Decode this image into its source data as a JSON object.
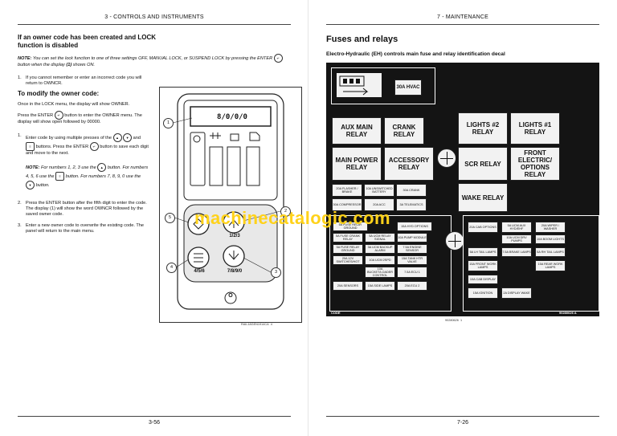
{
  "left_page": {
    "header": "3 - CONTROLS AND INSTRUMENTS",
    "heading1": "If an owner code has been created and LOCK function is disabled",
    "note1_label": "NOTE:",
    "note1_a": "You can set the lock function to one of three settings OFF, MANUAL LOCK, or SUSPEND LOCK by pressing the ENTER",
    "note1_b": "button when the display",
    "note1_c": "(1)",
    "note1_d": "shows ON.",
    "step1_num": "1.",
    "step1": "If you cannot remember or enter an incorrect code you will return to OWNCR.",
    "heading2": "To modify the owner code:",
    "para1": "Once in the LOCK menu, the display will show OWNER.",
    "para2_a": "Press the ENTER",
    "para2_b": "button to enter the OWNER menu. The display will show open followed by 00000.",
    "s1_num": "1.",
    "s1_a": "Enter code by using multiple presses of the",
    "s1_b": "and",
    "s1_c": "buttons. Press the ENTER",
    "s1_d": "button to save each digit and move to the next.",
    "note2_label": "NOTE:",
    "note2_a": "For numbers 1, 2, 3 use the",
    "note2_b": "button. For numbers 4, 5, 6 use the",
    "note2_c": "button. For numbers 7, 8, 9, 0 use the",
    "note2_d": "button.",
    "s2_num": "2.",
    "s2": "Press the ENTER button after the fifth digit to enter the code. The display (1) will show the word OWNCR followed by the saved owner code.",
    "s3_num": "3.",
    "s3": "Enter a new owner code to overwrite the existing code. The panel will return to the main menu.",
    "panel": {
      "display_text": "8/0/0/0",
      "btn_123": "1/2/3",
      "btn_456": "4/5/6",
      "btn_7890": "7/8/9/0",
      "bottom_symbol": "O",
      "callouts": [
        "1",
        "2",
        "3",
        "4",
        "5"
      ]
    },
    "figure_code": "RAIL18GEN1914CA",
    "figure_num": "4",
    "page_number": "3-56"
  },
  "right_page": {
    "header": "7 - MAINTENANCE",
    "title": "Fuses and relays",
    "subtitle": "Electro-Hydraulic (EH) controls main fuse and relay identification decal",
    "decal": {
      "hvac": "30A HVAC",
      "relays": {
        "aux_main": "AUX MAIN RELAY",
        "crank": "CRANK RELAY",
        "main_power": "MAIN POWER RELAY",
        "accessory": "ACCESSORY RELAY",
        "lights2": "LIGHTS #2 RELAY",
        "lights1": "LIGHTS #1 RELAY",
        "scr": "SCR RELAY",
        "front_electric": "FRONT ELECTRIC/ OPTIONS RELAY",
        "wake": "WAKE RELAY"
      },
      "fuses_top": [
        "20A FLASHER / BRAKE",
        "10A UNSWITCHED BATTERY",
        "30A CRANK",
        "30A COMPRESSOR",
        "20A ACC",
        "3A TELEMATICS"
      ],
      "fuses_bottom_left": [
        "5A FUSE RELAY GROUND",
        "15A HYD OPTIONS",
        "5A FUSE CRANK RELAY",
        "5A UCM RELAY SIGNAL",
        "10A PUMP MODULE",
        "5A FUSE RELAY GROUND",
        "3A UCM BACKUP ALARM",
        "7.5A ENGINE SENSOR",
        "20A 12V SWITCHES/HOT",
        "10A UCM 2SPD",
        "15A TANK HTR VALVE",
        "10A BUCKET/LOADER CONTROL",
        "7.5A ECU 1",
        "20A SENSORS",
        "15A SIDE LAMPS",
        "20A ECU 2"
      ],
      "fuses_bottom_right": [
        "20A CAB OPTIONS",
        "5A UCM AUX HYD/EHF",
        "20A WIPER / WASHER",
        "10A UCM DRV PUMPS",
        "10A BOOM LIGHTS",
        "5A LH TAIL LAMPS",
        "7.5A BRAKE LAMPS",
        "5A RH TAIL LAMPS",
        "15A FRONT WORK LAMPS",
        "15A REAR WORK LAMPS",
        "10A CAB DISPLAY",
        "15A IGNITION",
        "2A DISPLAY WAKE"
      ],
      "code_left": "CODE",
      "code_right": "90280626 A"
    },
    "figure_code": "90280626",
    "figure_num": "1",
    "page_number": "7-26"
  },
  "watermark": "machinecatalogic.com"
}
